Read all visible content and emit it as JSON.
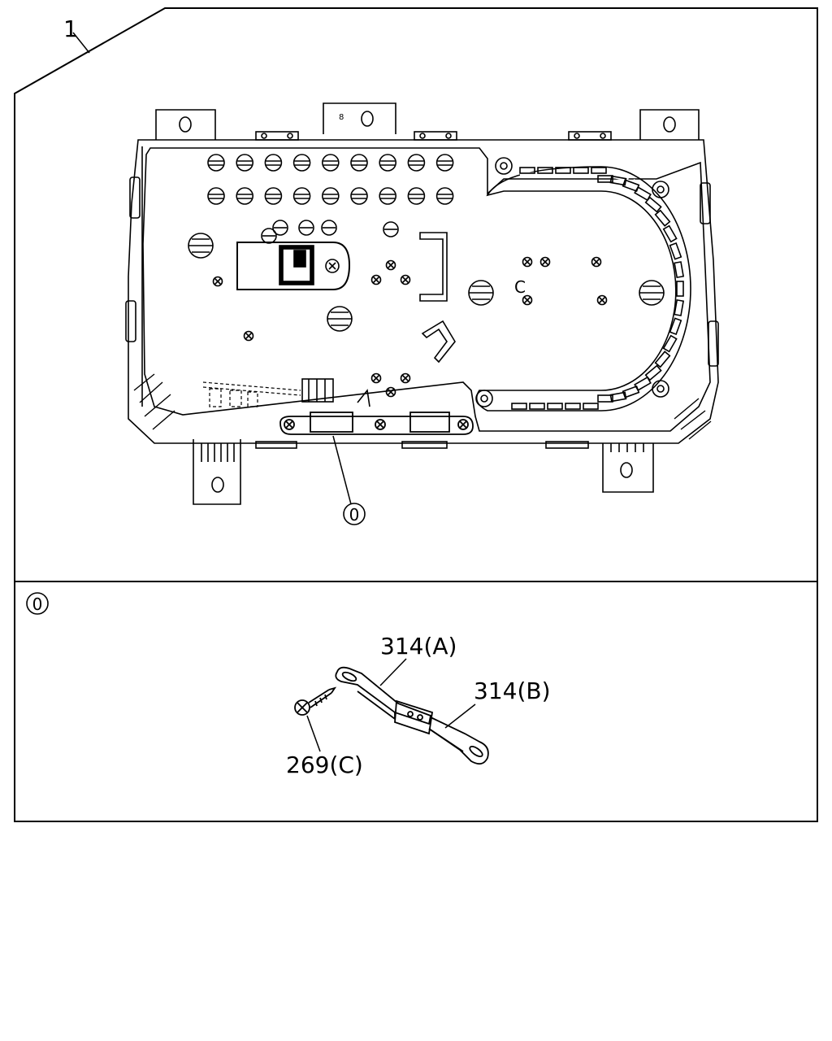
{
  "callouts": {
    "assembly": "1",
    "detail_ref": "0",
    "detail_title": "0",
    "bracket_a": "314(A)",
    "bracket_b": "314(B)",
    "screw_c": "269(C)"
  },
  "connector_marks": {
    "top_center_tab_mark": "8",
    "tab_hole": "0",
    "face_c_mark": "C"
  }
}
